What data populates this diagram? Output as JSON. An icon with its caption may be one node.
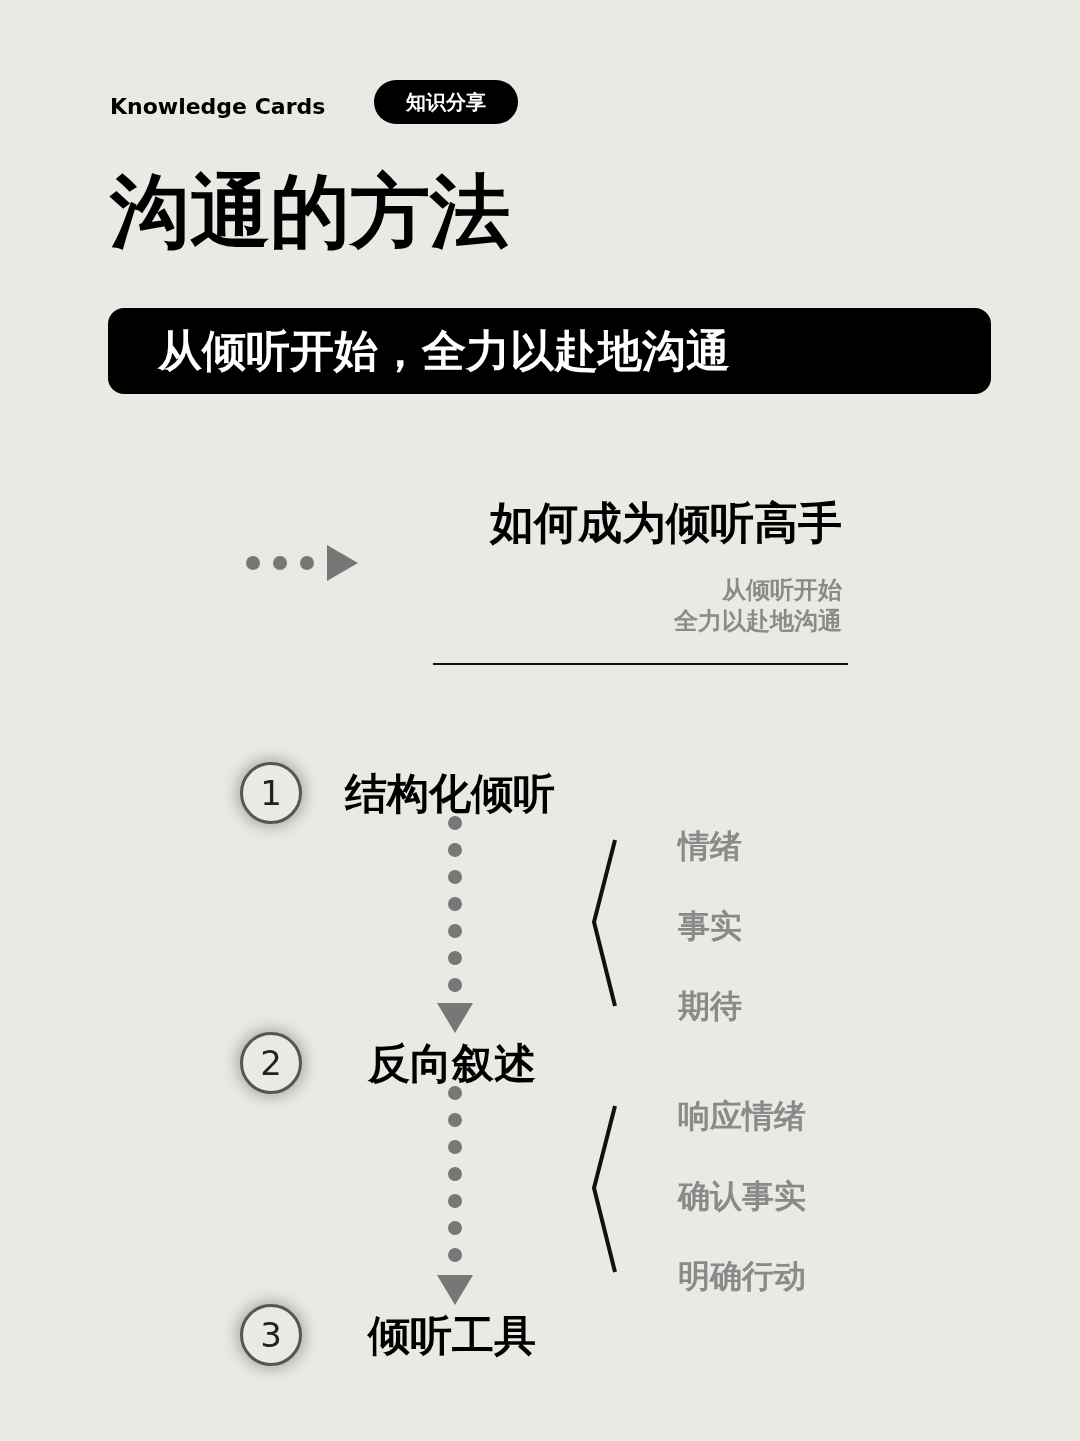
{
  "diagram": {
    "title": "沟通的方法",
    "nodes": [
      {
        "text": [
          "1",
          "结构化倾听"
        ]
      },
      {
        "text": [
          "2",
          "反向叙述"
        ]
      },
      {
        "text": [
          "3",
          "倾听工具"
        ]
      }
    ],
    "edges": [
      {
        "from": 0,
        "to": 1,
        "arrow": "to",
        "style": "dashed"
      },
      {
        "from": 1,
        "to": 2,
        "arrow": "to",
        "style": "dashed"
      }
    ],
    "labels": [
      "Knowledge Cards",
      "知识分享",
      "从倾听开始，全力以赴地沟通",
      "如何成为倾听高手",
      "从倾听开始",
      "全力以赴地沟通",
      "情绪",
      "事实",
      "期待",
      "响应情绪",
      "确认事实",
      "明确行动"
    ]
  }
}
